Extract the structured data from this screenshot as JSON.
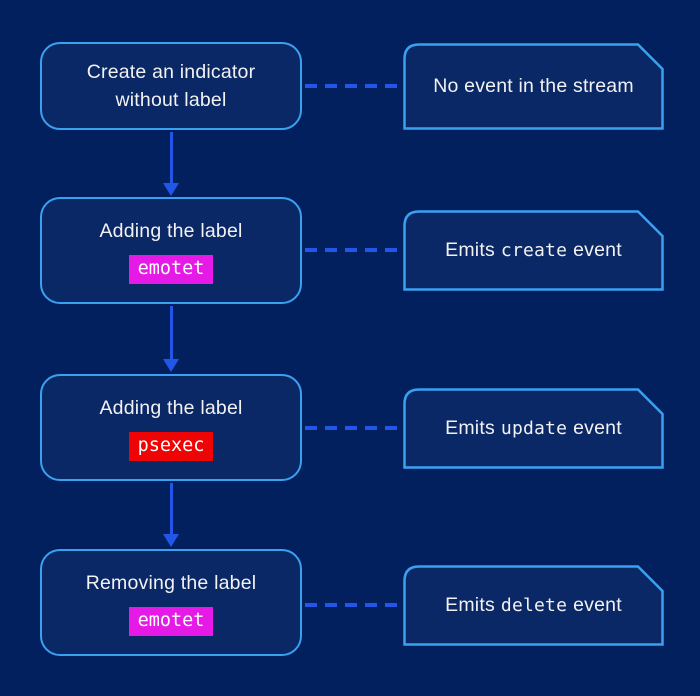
{
  "colors": {
    "bg": "#03205e",
    "box_fill": "#0a2766",
    "box_border": "#3aa1f0",
    "connector": "#2156e8",
    "text": "#f2f2f2",
    "chip_text": "#ffffff",
    "chip_magenta": "#e61ae6",
    "chip_red": "#ee0404"
  },
  "steps": [
    {
      "label": "Create an indicator without label"
    },
    {
      "label": "Adding the label",
      "tag": "emotet",
      "tag_color": "#e61ae6"
    },
    {
      "label": "Adding the label",
      "tag": "psexec",
      "tag_color": "#ee0404"
    },
    {
      "label": "Removing the label",
      "tag": "emotet",
      "tag_color": "#e61ae6"
    }
  ],
  "events": [
    {
      "text": "No event in the stream"
    },
    {
      "prefix": "Emits",
      "code": "create",
      "suffix": "event"
    },
    {
      "prefix": "Emits",
      "code": "update",
      "suffix": "event"
    },
    {
      "prefix": "Emits",
      "code": "delete",
      "suffix": "event"
    }
  ]
}
